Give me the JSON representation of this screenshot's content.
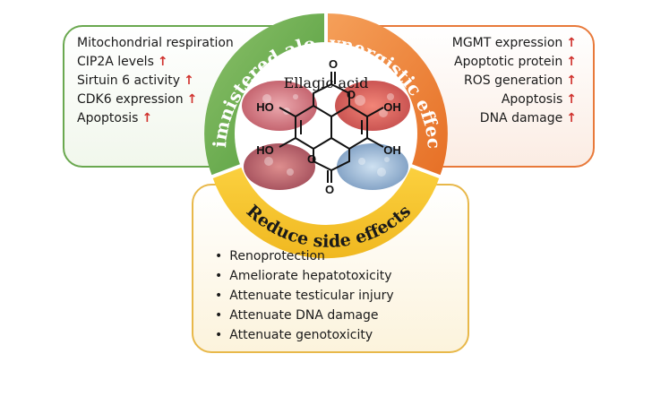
{
  "left_panel": {
    "title": "Adimnistered alone",
    "items": [
      {
        "text": "Mitochondrial respiration",
        "arrow": ""
      },
      {
        "text": "CIP2A levels",
        "arrow": "↑"
      },
      {
        "text": "Sirtuin 6 activity",
        "arrow": "↑"
      },
      {
        "text": "CDK6 expression",
        "arrow": "↑"
      },
      {
        "text": "Apoptosis",
        "arrow": "↑"
      }
    ]
  },
  "right_panel": {
    "title": "Synergistic effects",
    "items": [
      {
        "text": "MGMT expression",
        "arrow": "↑"
      },
      {
        "text": "Apoptotic protein",
        "arrow": "↑"
      },
      {
        "text": "ROS generation",
        "arrow": "↑"
      },
      {
        "text": "Apoptosis",
        "arrow": "↑"
      },
      {
        "text": "DNA damage",
        "arrow": "↑"
      }
    ]
  },
  "bottom_panel": {
    "title": "Reduce side effects",
    "items": [
      "Renoprotection",
      "Ameliorate hepatotoxicity",
      "Attenuate testicular injury",
      "Attenuate DNA damage",
      "Attenuate genotoxicity"
    ]
  },
  "center": {
    "title": "Ellagic acid",
    "oh1": "HO",
    "oh2": "HO",
    "oh3": "OH",
    "oh4": "OH",
    "o1": "O",
    "o2": "O",
    "o3": "O",
    "o4": "O"
  },
  "colors": {
    "green": "#6aa84f",
    "orange": "#e8793a",
    "yellow": "#f2c230",
    "arrow": "#d0312d"
  }
}
